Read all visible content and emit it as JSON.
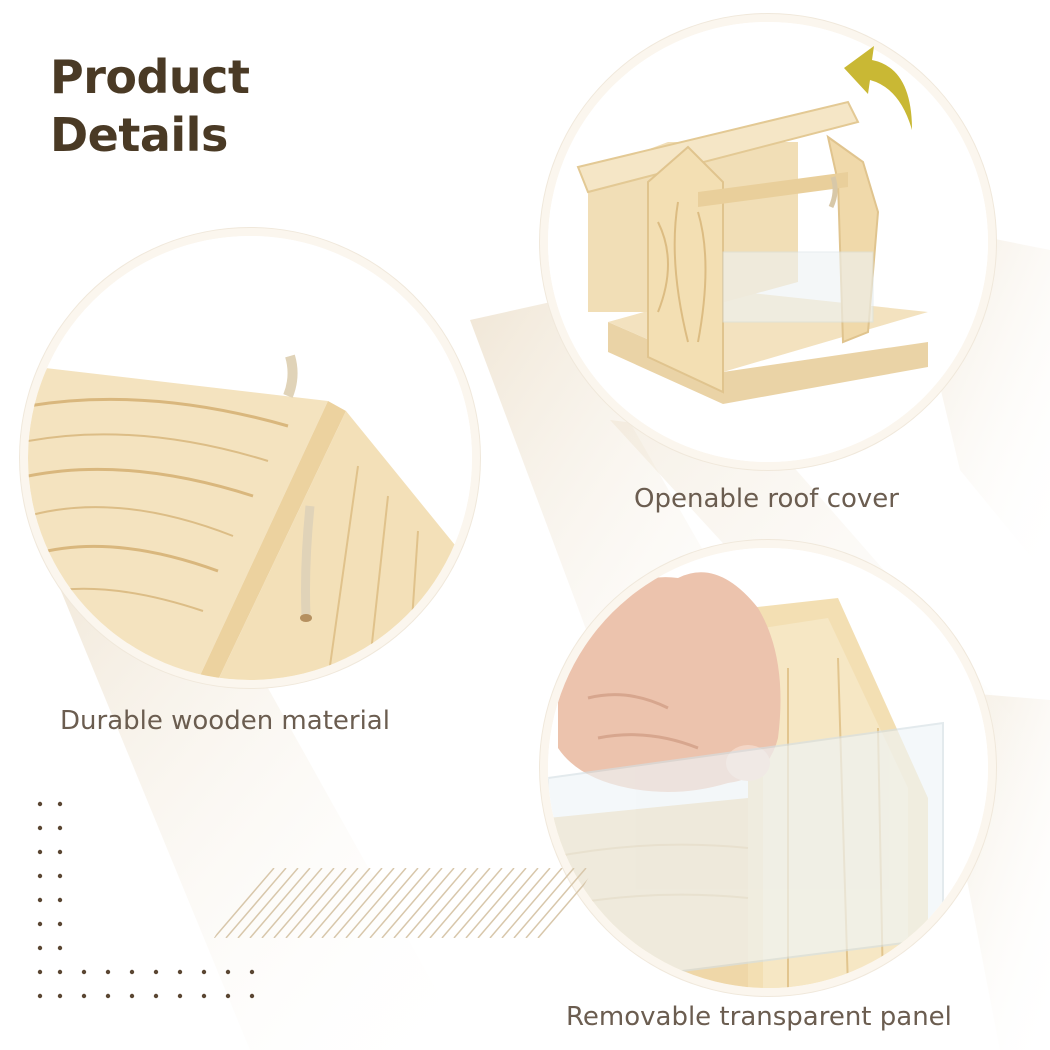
{
  "title": {
    "line1": "Product",
    "line2": "Details"
  },
  "features": [
    {
      "caption": "Openable roof cover"
    },
    {
      "caption": "Durable wooden material"
    },
    {
      "caption": "Removable transparent panel"
    }
  ],
  "colors": {
    "title": "#4a3a25",
    "caption": "#6b5d50",
    "arrow": "#c9b834",
    "wood_light": "#f4e3bf",
    "wood_grain": "#d9b77d",
    "shadow_band": "#f1e7d7",
    "dots": "#5a4632"
  },
  "icons": [
    "curved-arrow-icon"
  ]
}
